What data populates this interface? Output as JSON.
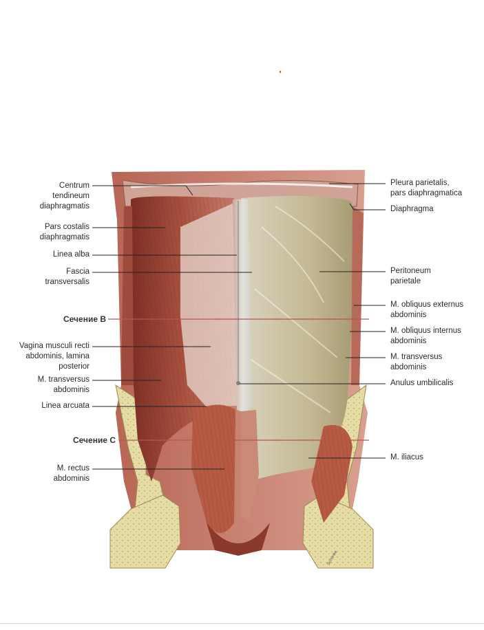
{
  "labels_left": [
    {
      "id": "centrum-tendineum",
      "lines": [
        "Centrum",
        "tendineum",
        "diaphragmatis"
      ]
    },
    {
      "id": "pars-costalis",
      "lines": [
        "Pars costalis",
        "diaphragmatis"
      ]
    },
    {
      "id": "linea-alba",
      "lines": [
        "Linea alba"
      ]
    },
    {
      "id": "fascia-transversalis",
      "lines": [
        "Fascia",
        "transversalis"
      ]
    },
    {
      "id": "section-b",
      "lines": [
        "Сечение B"
      ]
    },
    {
      "id": "vagina-musculi-recti",
      "lines": [
        "Vagina musculi recti",
        "abdominis, lamina",
        "posterior"
      ]
    },
    {
      "id": "m-transversus-left",
      "lines": [
        "M. transversus",
        "abdominis"
      ]
    },
    {
      "id": "linea-arcuata",
      "lines": [
        "Linea arcuata"
      ]
    },
    {
      "id": "section-c",
      "lines": [
        "Сечение C"
      ]
    },
    {
      "id": "m-rectus",
      "lines": [
        "M. rectus",
        "abdominis"
      ]
    }
  ],
  "labels_right": [
    {
      "id": "pleura-parietalis",
      "lines": [
        "Pleura parietalis,",
        "pars diaphragmatica"
      ]
    },
    {
      "id": "diaphragma",
      "lines": [
        "Diaphragma"
      ]
    },
    {
      "id": "peritoneum",
      "lines": [
        "Peritoneum",
        "parietale"
      ]
    },
    {
      "id": "m-obliquus-externus",
      "lines": [
        "M. obliquus externus",
        "abdominis"
      ]
    },
    {
      "id": "m-obliquus-internus",
      "lines": [
        "M. obliquus internus",
        "abdominis"
      ]
    },
    {
      "id": "m-transversus-right",
      "lines": [
        "M. transversus",
        "abdominis"
      ]
    },
    {
      "id": "anulus-umbilicalis",
      "lines": [
        "Anulus umbilicalis"
      ]
    },
    {
      "id": "m-iliacus",
      "lines": [
        "M. iliacus"
      ]
    }
  ],
  "watermark": "Schünke",
  "colors": {
    "muscle": "#a84e3e",
    "muscle_dark": "#7a2e25",
    "peritoneum": "#c8bd9c",
    "fascia": "#d8d6cc",
    "bone": "#e5dca8",
    "section_line": "#b85454",
    "leader": "#222222"
  }
}
